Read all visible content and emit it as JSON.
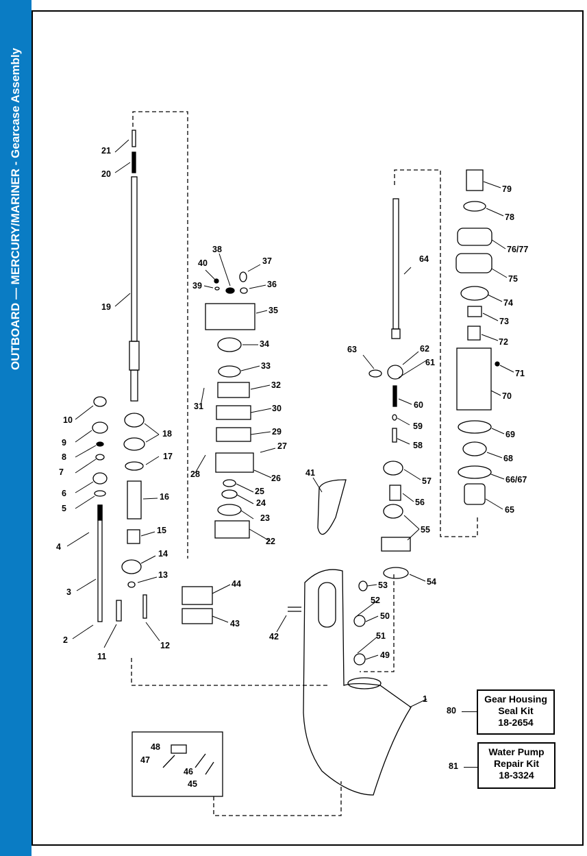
{
  "sidebar": {
    "title": "OUTBOARD — MERCURY/MARINER - Gearcase Assembly"
  },
  "colors": {
    "sidebar": "#0a7cc4",
    "line": "#000000"
  },
  "kits": [
    {
      "ref": "80",
      "name_line1": "Gear Housing",
      "name_line2": "Seal Kit",
      "part": "18-2654"
    },
    {
      "ref": "81",
      "name_line1": "Water Pump",
      "name_line2": "Repair Kit",
      "part": "18-3324"
    }
  ],
  "callouts": [
    "1",
    "2",
    "3",
    "4",
    "5",
    "6",
    "7",
    "8",
    "9",
    "10",
    "11",
    "12",
    "13",
    "14",
    "15",
    "16",
    "17",
    "18",
    "19",
    "20",
    "21",
    "22",
    "23",
    "24",
    "25",
    "26",
    "27",
    "28",
    "29",
    "30",
    "31",
    "32",
    "33",
    "34",
    "35",
    "36",
    "37",
    "38",
    "39",
    "40",
    "41",
    "42",
    "43",
    "44",
    "45",
    "46",
    "47",
    "48",
    "49",
    "50",
    "51",
    "52",
    "53",
    "54",
    "55",
    "56",
    "57",
    "58",
    "59",
    "60",
    "61",
    "62",
    "63",
    "64",
    "65",
    "66/67",
    "68",
    "69",
    "70",
    "71",
    "72",
    "73",
    "74",
    "75",
    "76/77",
    "78",
    "79"
  ]
}
